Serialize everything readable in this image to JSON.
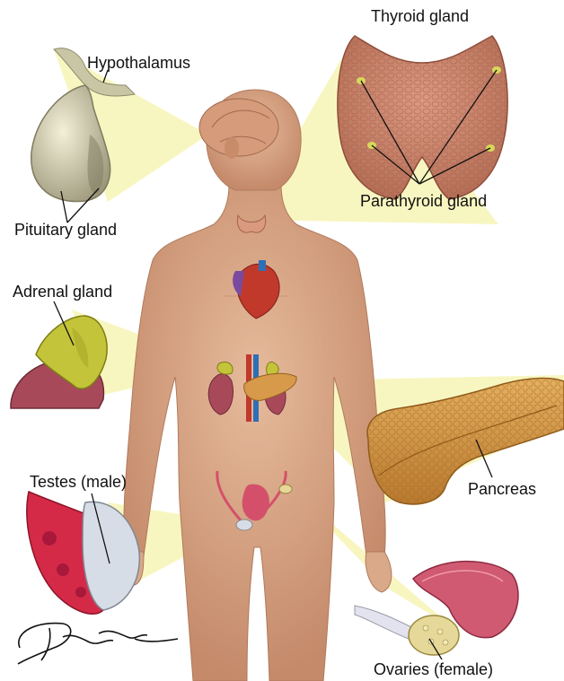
{
  "labels": {
    "hypothalamus": "Hypothalamus",
    "thyroid": "Thyroid gland",
    "pituitary": "Pituitary gland",
    "parathyroid": "Parathyroid gland",
    "adrenal": "Adrenal gland",
    "pancreas": "Pancreas",
    "testes": "Testes (male)",
    "ovaries": "Ovaries (female)"
  },
  "colors": {
    "skin": "#d9a989",
    "skin_shadow": "#b98466",
    "beam": "#f3ee8c",
    "thyroid": "#c9806a",
    "pancreas": "#d79a4a",
    "adrenal": "#c4c43a",
    "kidney": "#a8495a",
    "testis_red": "#d42a48",
    "testis_white": "#d7dde6",
    "heart": "#c0392b",
    "line": "#111111"
  },
  "signature": {
    "icon": "artist-signature-icon"
  }
}
